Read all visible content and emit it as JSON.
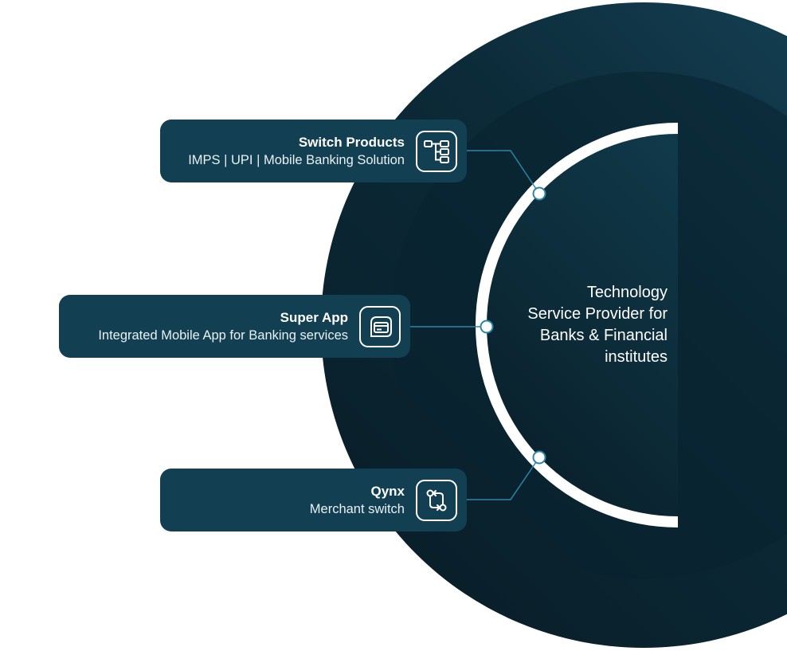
{
  "center": {
    "text": "Technology\nService  Provider for\nBanks & Financial\ninstitutes"
  },
  "cards": {
    "switch_products": {
      "title": "Switch Products",
      "subtitle": "IMPS | UPI | Mobile Banking Solution",
      "icon": "flow-diagram-icon"
    },
    "super_app": {
      "title": "Super App",
      "subtitle": "Integrated Mobile App for Banking services",
      "icon": "card-chat-icon"
    },
    "qynx": {
      "title": "Qynx",
      "subtitle": "Merchant switch",
      "icon": "git-compare-icon"
    }
  },
  "colors": {
    "card_bg": "#123f52",
    "circle_dark": "#0b2431",
    "circle_teal": "#15475c",
    "connector": "#2d85a6",
    "ring": "#ffffff"
  }
}
